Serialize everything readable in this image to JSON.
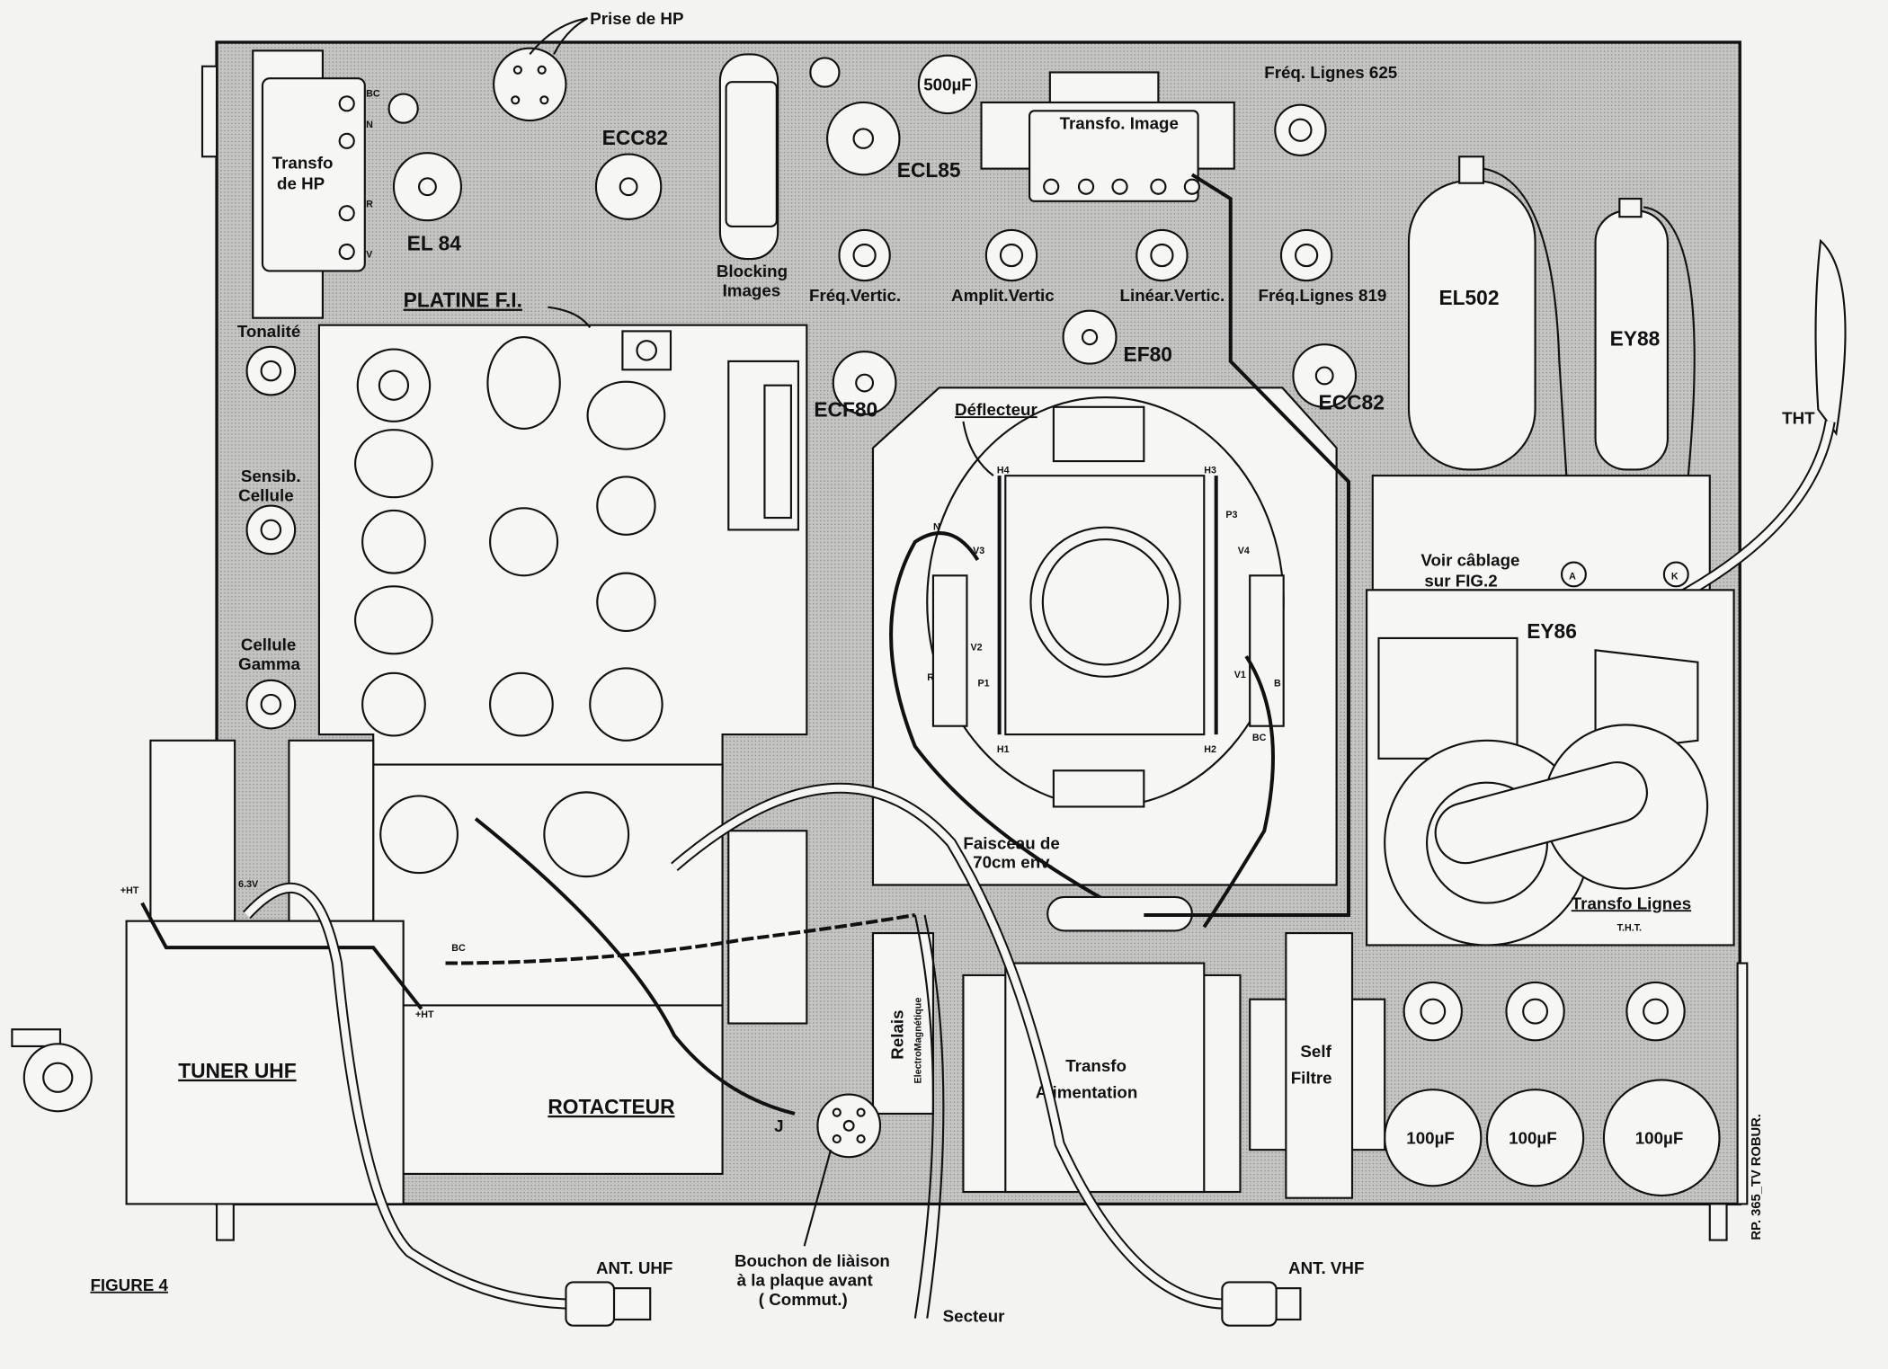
{
  "figure": {
    "caption": "FIGURE 4",
    "reference": "RP. 365_TV ROBUR.",
    "colors": {
      "paper": "#f3f3f1",
      "chassis": "#bdbdbb",
      "ink": "#111111"
    }
  },
  "labels": {
    "prise_hp": "Prise de HP",
    "transfo_hp_1": "Transfo",
    "transfo_hp_2": "de HP",
    "el84": "EL 84",
    "ecc82_top": "ECC82",
    "cap_500": "500µF",
    "ecl85": "ECL85",
    "transfo_image": "Transfo. Image",
    "freq_lignes_625": "Fréq. Lignes 625",
    "blocking_1": "Blocking",
    "blocking_2": "Images",
    "freq_vertic": "Fréq.Vertic.",
    "amplit_vertic": "Amplit.Vertic",
    "linear_vertic": "Linéar.Vertic.",
    "freq_lignes_819": "Fréq.Lignes 819",
    "el502": "EL502",
    "ey88": "EY88",
    "platine_fi": "PLATINE F.I.",
    "tonalite": "Tonalité",
    "ef80": "EF80",
    "ecf80": "ECF80",
    "ecc82_right": "ECC82",
    "deflecteur": "Déflecteur",
    "tht": "THT",
    "sensib_1": "Sensib.",
    "sensib_2": "Cellule",
    "voir_1": "Voir câblage",
    "voir_2": "sur FIG.2",
    "point_a": "A",
    "point_k": "K",
    "cellule_1": "Cellule",
    "cellule_2": "Gamma",
    "ey86": "EY86",
    "faisceau_1": "Faisceau de",
    "faisceau_2": "70cm env.",
    "transfo_lignes": "Transfo Lignes",
    "tht_sub": "T.H.T.",
    "plus_ht_1": "+HT",
    "v63": "6.3V",
    "plus_ht_2": "+HT",
    "tuner_uhf": "TUNER UHF",
    "rotacteur": "ROTACTEUR",
    "relais_1": "Relais",
    "relais_2": "ElectroMagnétique",
    "j": "J",
    "transfo_alim_1": "Transfo",
    "transfo_alim_2": "Alimentation",
    "self_1": "Self",
    "self_2": "Filtre",
    "cap_100": "100µF",
    "bouchon_1": "Bouchon de liàison",
    "bouchon_2": "à la plaque avant",
    "bouchon_3": "( Commut.)",
    "ant_uhf": "ANT. UHF",
    "ant_vhf": "ANT. VHF",
    "secteur": "Secteur"
  },
  "deflector_pins": {
    "h1": "H1",
    "h2": "H2",
    "h3": "H3",
    "h4": "H4",
    "v1": "V1",
    "v2": "V2",
    "v3": "V3",
    "v4": "V4",
    "p1": "P1",
    "p3": "P3"
  },
  "wire_codes": {
    "bc": "BC",
    "n": "N",
    "r": "R",
    "b": "B",
    "v": "V"
  }
}
